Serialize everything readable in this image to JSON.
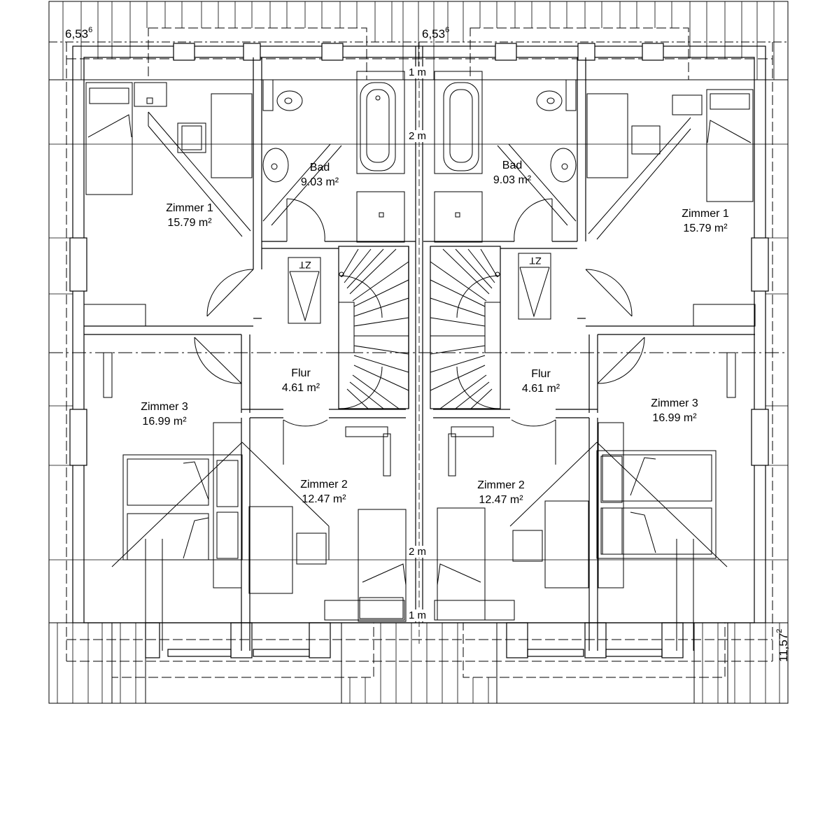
{
  "dimensions": {
    "left_width": "6,53",
    "left_width_sup": "6",
    "right_width": "6,53",
    "right_width_sup": "6",
    "depth": "11,57",
    "depth_sup": "2"
  },
  "height_marks": {
    "top_1m": "1 m",
    "top_2m": "2 m",
    "bottom_2m": "2 m",
    "bottom_1m": "1 m"
  },
  "left_unit": {
    "bad": {
      "name": "Bad",
      "area": "9.03 m²"
    },
    "zimmer1": {
      "name": "Zimmer 1",
      "area": "15.79 m²"
    },
    "zimmer2": {
      "name": "Zimmer 2",
      "area": "12.47 m²"
    },
    "zimmer3": {
      "name": "Zimmer 3",
      "area": "16.99 m²"
    },
    "flur": {
      "name": "Flur",
      "area": "4.61 m²"
    }
  },
  "right_unit": {
    "bad": {
      "name": "Bad",
      "area": "9.03 m²"
    },
    "zimmer1": {
      "name": "Zimmer 1",
      "area": "15.79 m²"
    },
    "zimmer2": {
      "name": "Zimmer 2",
      "area": "12.47 m²"
    },
    "zimmer3": {
      "name": "Zimmer 3",
      "area": "16.99 m²"
    },
    "flur": {
      "name": "Flur",
      "area": "4.61 m²"
    }
  },
  "stair_hatch_label": "ZT",
  "colors": {
    "line": "#000000",
    "background": "#ffffff"
  }
}
